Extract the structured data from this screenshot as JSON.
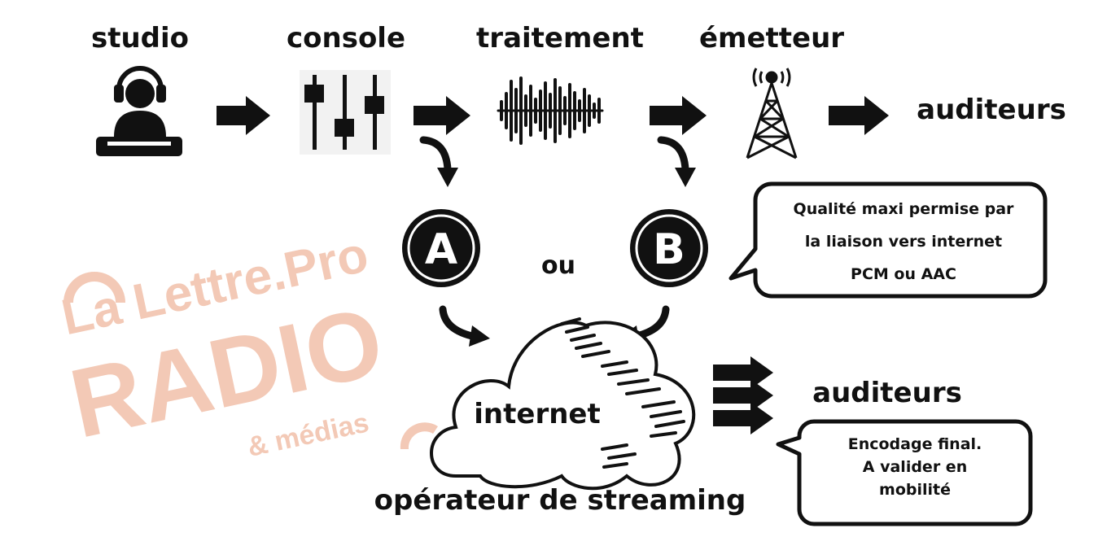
{
  "stages": {
    "studio": "studio",
    "console": "console",
    "traitement": "traitement",
    "emetteur": "émetteur"
  },
  "auditeurs_top": "auditeurs",
  "option_a": "A",
  "option_b": "B",
  "or_label": "ou",
  "callout_quality": {
    "line1": "Qualité maxi permise par",
    "line2": "la liaison vers internet",
    "line3": "PCM ou AAC"
  },
  "internet_label": "internet",
  "operator_label": "opérateur de streaming",
  "auditeurs_bottom": "auditeurs",
  "callout_encoding": {
    "line1": "Encodage final.",
    "line2": "A valider en",
    "line3": "mobilité"
  },
  "watermark": {
    "line1": "La Lettre.Pro",
    "line2": "RADIO",
    "line3": "& médias"
  },
  "colors": {
    "ink": "#111111",
    "watermark": "#f3c9b6"
  }
}
